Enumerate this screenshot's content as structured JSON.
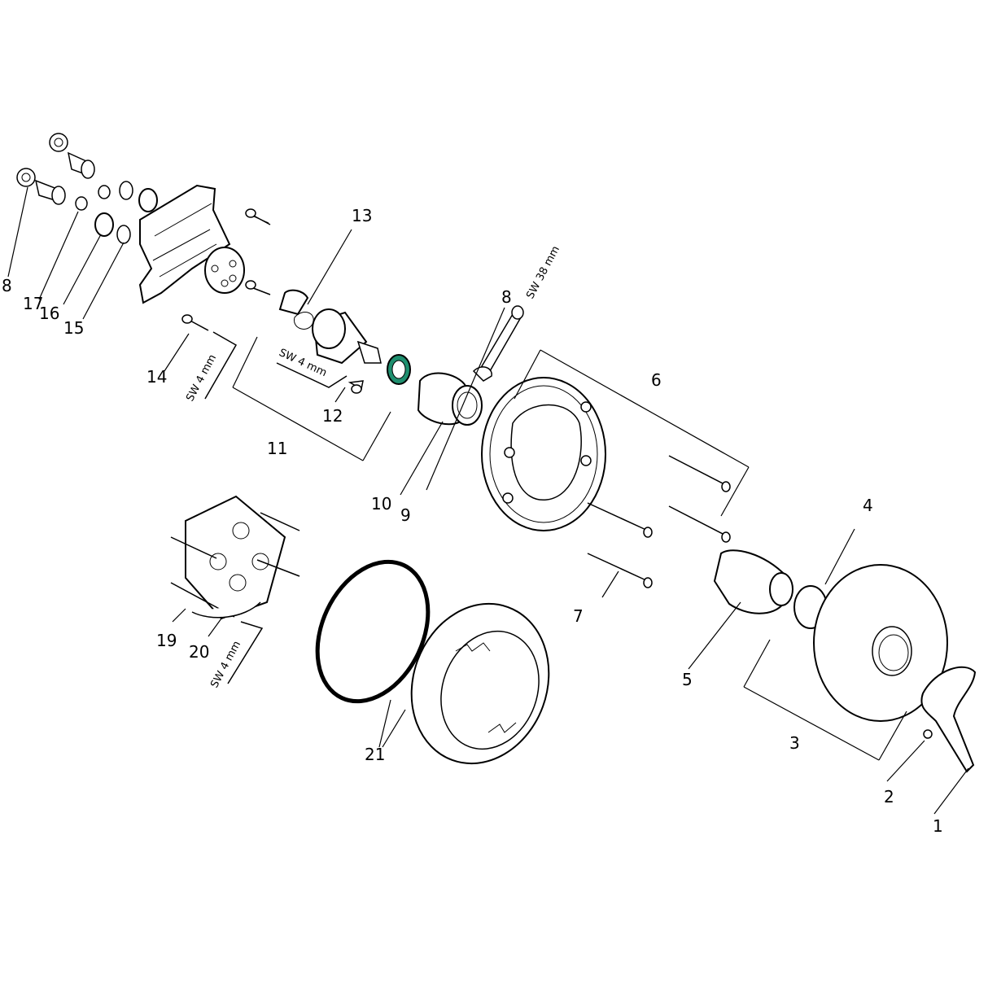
{
  "labels": {
    "p1": "1",
    "p2": "2",
    "p3": "3",
    "p4": "4",
    "p5": "5",
    "p6": "6",
    "p7": "7",
    "p8a": "8",
    "p8b": "8",
    "p9": "9",
    "p10": "10",
    "p11": "11",
    "p12": "12",
    "p13": "13",
    "p14": "14",
    "p15": "15",
    "p16": "16",
    "p17": "17",
    "p19": "19",
    "p20": "20",
    "p21": "21"
  },
  "tools": {
    "sw4_a": "SW 4 mm",
    "sw4_b": "SW 4 mm",
    "sw4_c": "SW 4 mm",
    "sw38": "SW 38 mm"
  },
  "colors": {
    "line": "#000000",
    "highlight": "#1f8f6f",
    "background": "#ffffff"
  }
}
